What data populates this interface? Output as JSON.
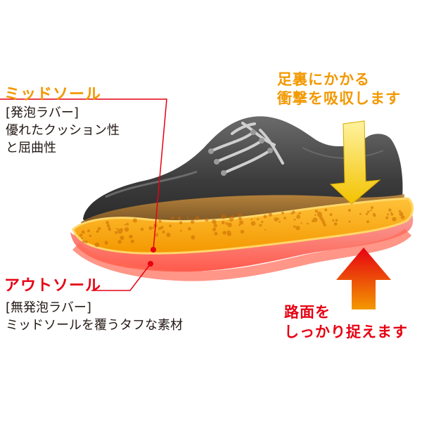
{
  "midsole": {
    "title": "ミッドソール",
    "line1": "[発泡ラバー]",
    "line2": "優れたクッション性",
    "line3": "と屈曲性"
  },
  "outsole": {
    "title": "アウトソール",
    "line1": "[無発泡ラバー]",
    "line2": "ミッドソールを覆うタフな素材"
  },
  "shock": {
    "line1": "足裏にかかる",
    "line2": "衝撃を吸収します"
  },
  "grip": {
    "line1": "路面を",
    "line2": "しっかり捉えます"
  },
  "colors": {
    "orange": "#f39800",
    "red": "#e60012",
    "leather": "#3a3a3a",
    "foam": "#f5a623"
  }
}
